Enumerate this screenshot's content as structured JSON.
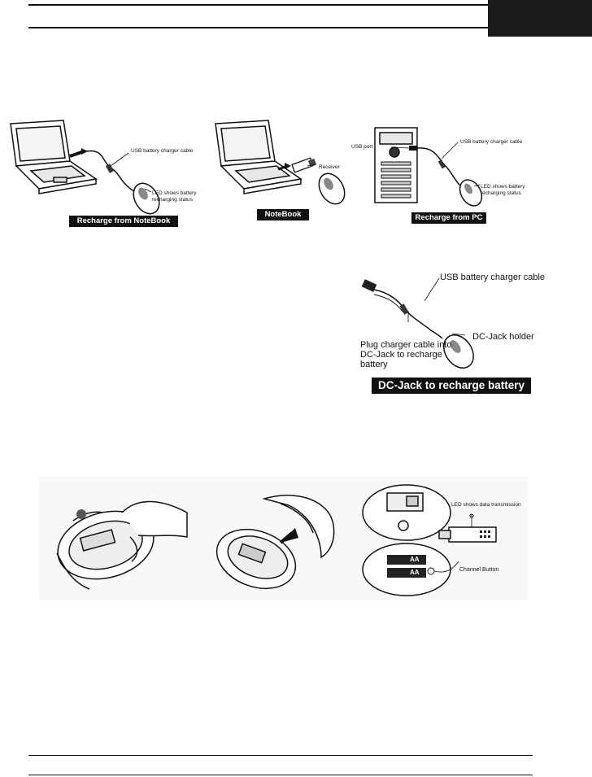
{
  "figure1": {
    "panel1": {
      "cable_label": "USB battery charger  cable",
      "led_label_1": "LED shows battery",
      "led_label_2": "recharging status",
      "caption": "Recharge from NoteBook"
    },
    "panel2": {
      "receiver_label": "Receiver",
      "caption": "NoteBook"
    },
    "panel3": {
      "usb_port_label": "USB port",
      "cable_label": "USB battery charger cable",
      "led_label_1": "LED shows battery",
      "led_label_2": "recharging status",
      "caption": "Recharge from PC"
    }
  },
  "figure2": {
    "cable_label": "USB battery charger cable",
    "dcjack_label": "DC-Jack holder",
    "plug_label_1": "Plug charger cable into",
    "plug_label_2": "DC-Jack to recharge",
    "plug_label_3": "battery",
    "caption": "DC-Jack to recharge battery"
  },
  "figure3": {
    "led_data_label": "LED shows data transmission",
    "channel_button_label": "Channel Button",
    "battery_label": "AA"
  }
}
